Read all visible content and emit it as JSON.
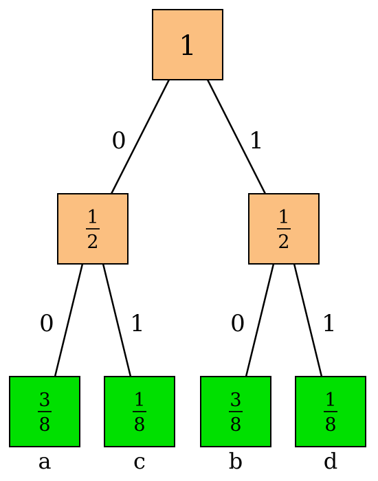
{
  "colors": {
    "internal_fill": "#FBBF80",
    "leaf_fill": "#00E000",
    "leaf_label": "#EE0000",
    "outline": "#000000"
  },
  "tree": {
    "root": {
      "value": "1"
    },
    "internal": [
      {
        "numerator": "1",
        "denominator": "2"
      },
      {
        "numerator": "1",
        "denominator": "2"
      }
    ],
    "leaves": [
      {
        "numerator": "3",
        "denominator": "8",
        "label": "a"
      },
      {
        "numerator": "1",
        "denominator": "8",
        "label": "c"
      },
      {
        "numerator": "3",
        "denominator": "8",
        "label": "b"
      },
      {
        "numerator": "1",
        "denominator": "8",
        "label": "d"
      }
    ],
    "edge_labels": {
      "root_left": "0",
      "root_right": "1",
      "left_left": "0",
      "left_right": "1",
      "right_left": "0",
      "right_right": "1"
    }
  }
}
